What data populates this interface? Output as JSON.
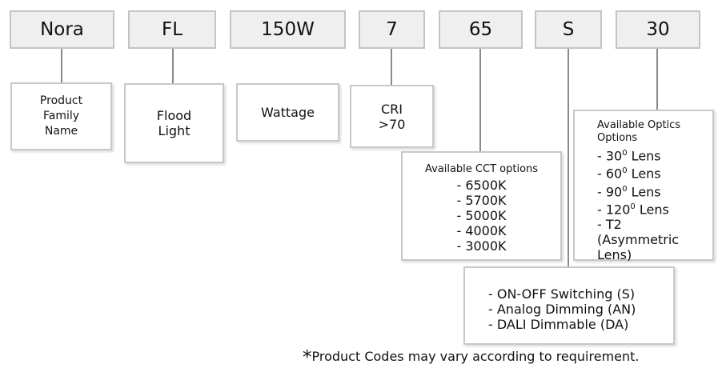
{
  "codes": {
    "family": "Nora",
    "type": "FL",
    "wattage": "150W",
    "cri": "7",
    "cct": "65",
    "switching": "S",
    "optics": "30"
  },
  "descriptions": {
    "family": [
      "Product",
      "Family",
      "Name"
    ],
    "type": [
      "Flood",
      "Light"
    ],
    "wattage": [
      "Wattage"
    ],
    "cri": [
      "CRI",
      ">70"
    ]
  },
  "cct": {
    "heading": "Available CCT options",
    "items": [
      "- 6500K",
      "- 5700K",
      "- 5000K",
      "- 4000K",
      "- 3000K"
    ]
  },
  "optics": {
    "heading": "Available Optics Options",
    "items": [
      {
        "prefix": "- 30",
        "sup": "0",
        "suffix": " Lens"
      },
      {
        "prefix": "- 60",
        "sup": "0",
        "suffix": " Lens"
      },
      {
        "prefix": "- 90",
        "sup": "0",
        "suffix": " Lens"
      },
      {
        "prefix": "- 120",
        "sup": "0",
        "suffix": " Lens"
      },
      {
        "prefix": "- T2",
        "sup": "",
        "suffix": ""
      }
    ],
    "tail": [
      "(Asymmetric",
      "Lens)"
    ]
  },
  "switching": {
    "items": [
      "- ON-OFF Switching (S)",
      "- Analog Dimming (AN)",
      "- DALI Dimmable (DA)"
    ]
  },
  "footnote": {
    "star": "*",
    "text": "Product Codes may vary according to requirement."
  },
  "colors": {
    "code_fill": "#efefef",
    "code_border": "#c4c4c4",
    "connector": "#8a8a8a",
    "desc_border": "#c8c8c8"
  }
}
